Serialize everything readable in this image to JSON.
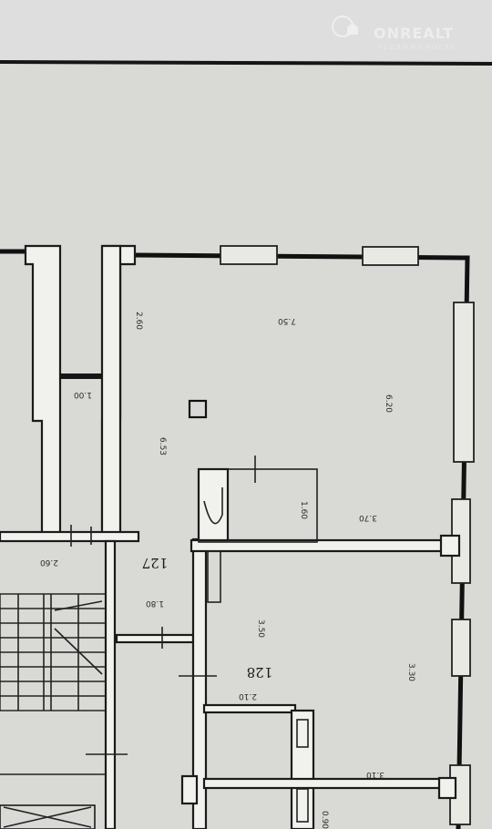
{
  "watermark": {
    "brand": "ONREALT",
    "tagline": "НЕДВИЖИМОСТЬ"
  },
  "rooms": [
    {
      "number": "127"
    },
    {
      "number": "128"
    }
  ],
  "dimensions": {
    "top_width": "7.50",
    "left_height": "2.60",
    "right_height": "6.20",
    "inner_left": "6.53",
    "niche_width": "1.00",
    "bath_height": "1.60",
    "bath_bottom": "3.70",
    "corridor_top": "2.60",
    "corridor_bottom": "1.80",
    "room128_left": "3.50",
    "room128_right": "3.30",
    "room128_inner": "2.10",
    "room128_bottom": "3.10",
    "bottom_small": "0.90"
  }
}
